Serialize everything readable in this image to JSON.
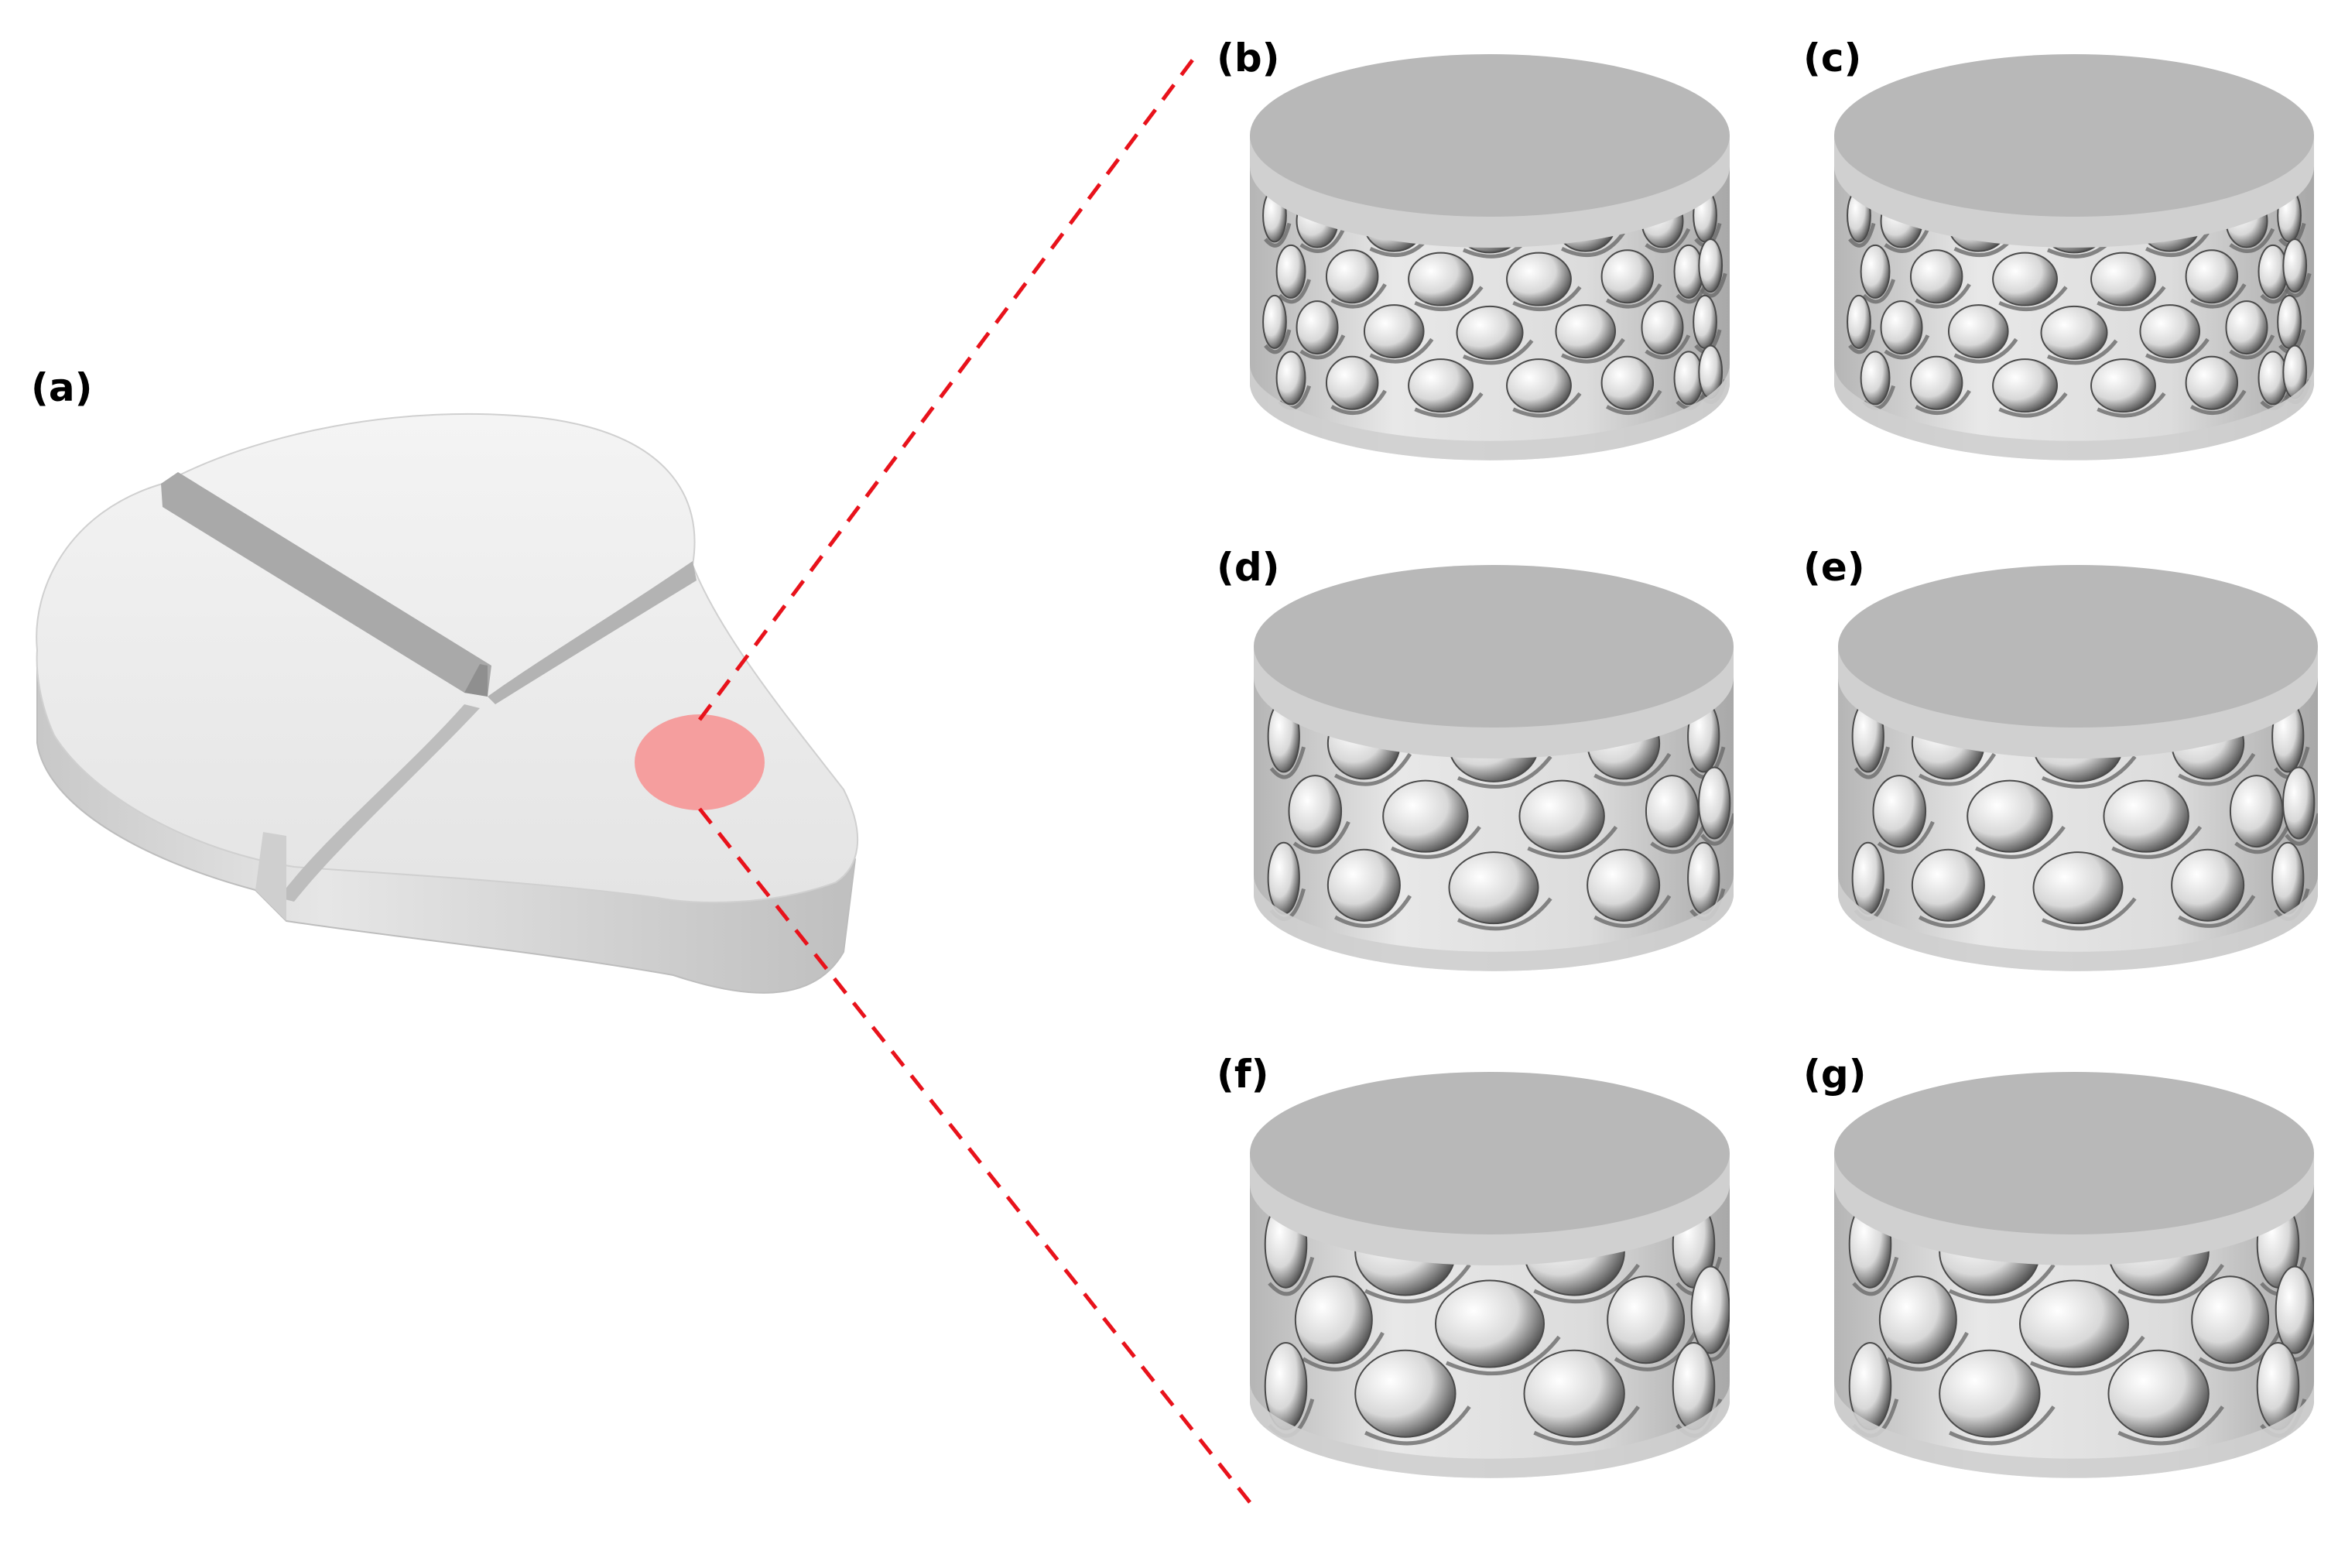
{
  "labels": {
    "a": "(a)",
    "b": "(b)",
    "c": "(c)",
    "d": "(d)",
    "e": "(e)",
    "f": "(f)",
    "g": "(g)"
  },
  "colors": {
    "background": "#ffffff",
    "seat_body": "#ececec",
    "seat_side": "#cfcfcf",
    "groove": "#a9a9a9",
    "highlight_spot": "#f59a9a",
    "dashed_line": "#e8121b",
    "cylinder_top": "#b8b8b8",
    "cylinder_side": "#d9d9d9",
    "lattice_shadow": "#5a5a5a",
    "lattice_hole": "#ffffff"
  },
  "panels": [
    {
      "id": "b",
      "lattice_density": "fine"
    },
    {
      "id": "c",
      "lattice_density": "fine"
    },
    {
      "id": "d",
      "lattice_density": "medium"
    },
    {
      "id": "e",
      "lattice_density": "medium"
    },
    {
      "id": "f",
      "lattice_density": "coarse"
    },
    {
      "id": "g",
      "lattice_density": "coarse"
    }
  ]
}
